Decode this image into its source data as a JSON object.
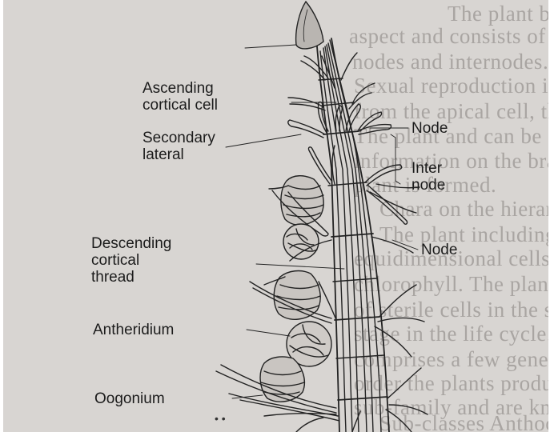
{
  "background_text": [
    "The plant body presents a gr",
    "aspect and consists of a longaxial",
    "nodes and internodes. The internode",
    "Sexual reproduction is oogamous",
    "from the apical cell, the branches in t",
    "The plant and can be seen co",
    "information on the branches. The s",
    "plant is formed.",
    "Chara on the hierarchy",
    "The plant including its rhiz",
    "equidimensional cells which",
    "chlorophyll. The plant grows in",
    "of sterile cells in the sex organs",
    "stage in the life cycle. The diploid",
    "comprises a few genera. All the",
    "order the plants produce only",
    "sub-family and are known as",
    "Sub-classes Anthoceroide"
  ],
  "labels": {
    "ascending_cortical_cell": [
      "Ascending",
      "cortical cell"
    ],
    "secondary_lateral": [
      "Secondary",
      "lateral"
    ],
    "node_upper": "Node",
    "internode": [
      "Inter",
      "node"
    ],
    "descending_cortical_thread": [
      "Descending",
      "cortical",
      "thread"
    ],
    "node_lower": "Node",
    "antheridium": "Antheridium",
    "oogonium": "Oogonium"
  },
  "colors": {
    "page": "#d8d5d2",
    "ink": "#1c1c1c",
    "ghost_text": "#a9a5a2"
  }
}
